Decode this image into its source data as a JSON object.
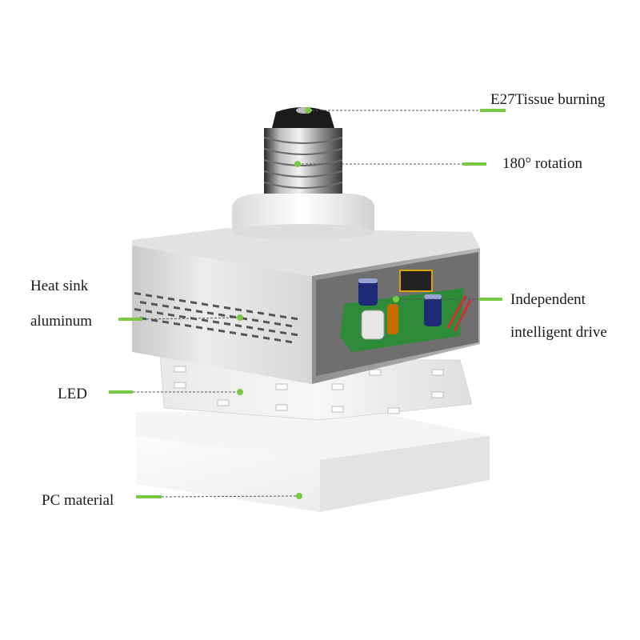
{
  "labels": {
    "e27": "E27Tissue burning",
    "rotation": "180° rotation",
    "heat_sink_line1": "Heat sink",
    "heat_sink_line2": "aluminum",
    "independent_line1": "Independent",
    "independent_line2": "intelligent drive",
    "led": "LED",
    "pc": "PC material"
  },
  "colors": {
    "accent_green": "#7ac943",
    "leader_line": "#555555",
    "text": "#1a1a1a"
  }
}
